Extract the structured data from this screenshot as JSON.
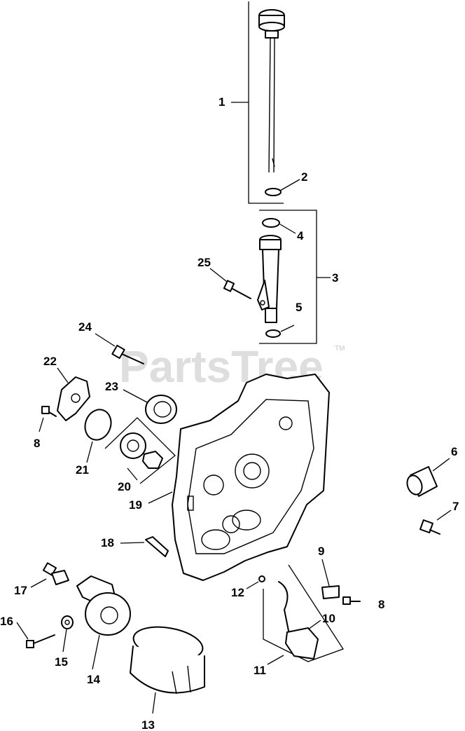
{
  "watermark": {
    "text": "PartsTree",
    "mark": "TM"
  },
  "callouts": {
    "c1": "1",
    "c2": "2",
    "c3": "3",
    "c4": "4",
    "c5": "5",
    "c6": "6",
    "c7": "7",
    "c8a": "8",
    "c8b": "8",
    "c9": "9",
    "c10": "10",
    "c11": "11",
    "c12": "12",
    "c13": "13",
    "c14": "14",
    "c15": "15",
    "c16": "16",
    "c17": "17",
    "c18": "18",
    "c19": "19",
    "c20": "20",
    "c21": "21",
    "c22": "22",
    "c23": "23",
    "c24": "24",
    "c25": "25"
  }
}
